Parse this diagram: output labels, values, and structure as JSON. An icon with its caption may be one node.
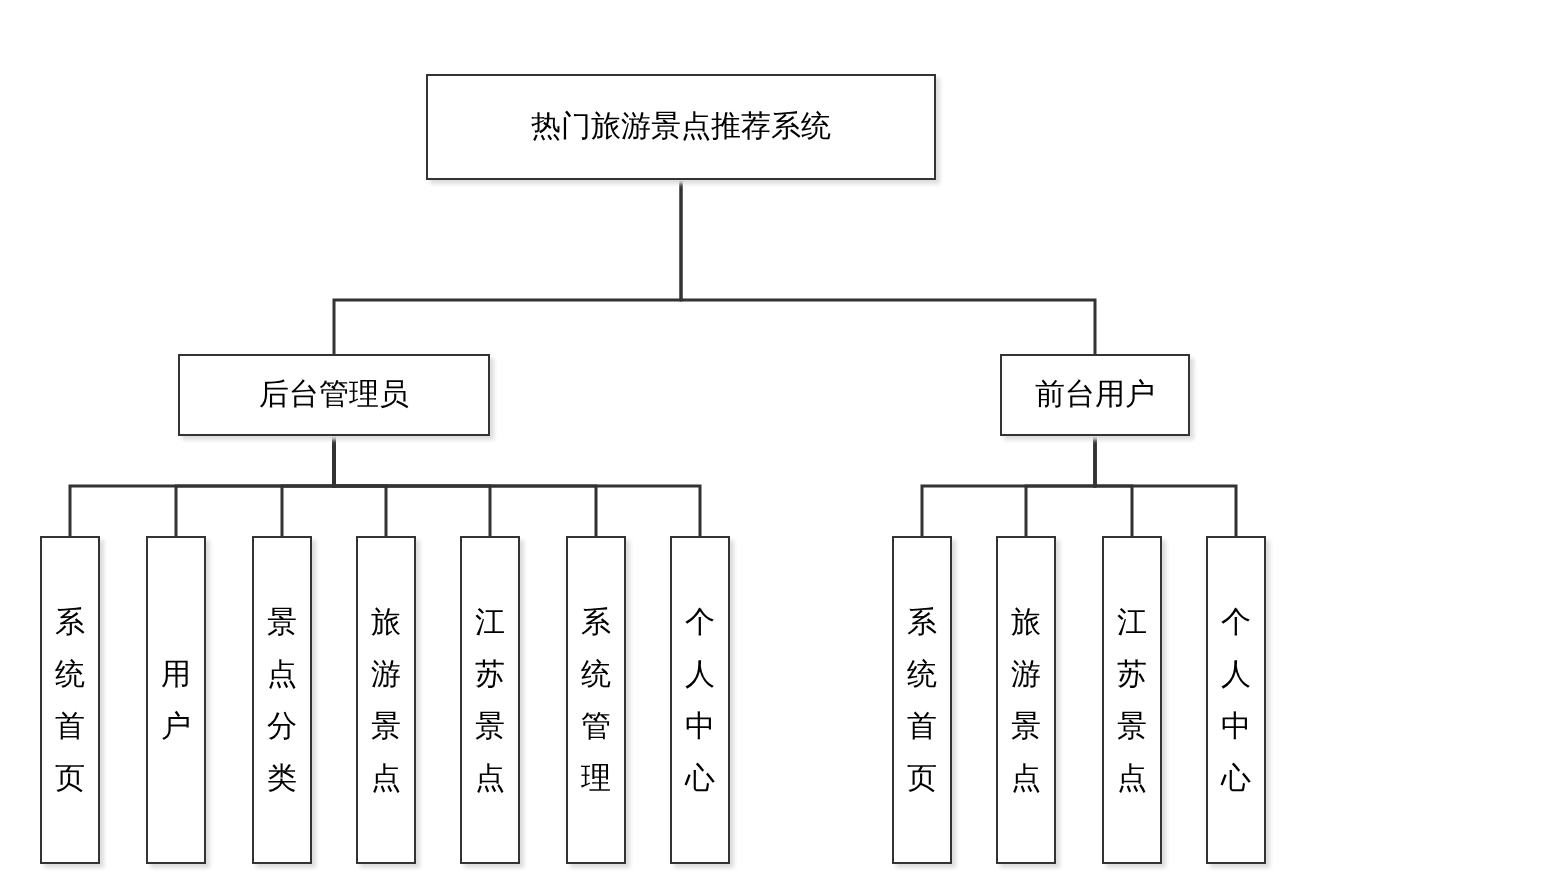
{
  "diagram": {
    "nodes": [
      {
        "text": [
          "热门旅游景点推荐系统"
        ]
      },
      {
        "text": [
          "后台管理员"
        ]
      },
      {
        "text": [
          "前台用户"
        ]
      },
      {
        "text": [
          "系统首页"
        ]
      },
      {
        "text": [
          "用户"
        ]
      },
      {
        "text": [
          "景点分类"
        ]
      },
      {
        "text": [
          "旅游景点"
        ]
      },
      {
        "text": [
          "江苏景点"
        ]
      },
      {
        "text": [
          "系统管理"
        ]
      },
      {
        "text": [
          "个人中心"
        ]
      },
      {
        "text": [
          "系统首页"
        ]
      },
      {
        "text": [
          "旅游景点"
        ]
      },
      {
        "text": [
          "江苏景点"
        ]
      },
      {
        "text": [
          "个人中心"
        ]
      }
    ],
    "edges": [
      {
        "from": 0,
        "to": 1,
        "arrow": "none"
      },
      {
        "from": 0,
        "to": 2,
        "arrow": "none"
      },
      {
        "from": 1,
        "to": 3,
        "arrow": "none"
      },
      {
        "from": 1,
        "to": 4,
        "arrow": "none"
      },
      {
        "from": 1,
        "to": 5,
        "arrow": "none"
      },
      {
        "from": 1,
        "to": 6,
        "arrow": "none"
      },
      {
        "from": 1,
        "to": 7,
        "arrow": "none"
      },
      {
        "from": 1,
        "to": 8,
        "arrow": "none"
      },
      {
        "from": 1,
        "to": 9,
        "arrow": "none"
      },
      {
        "from": 2,
        "to": 10,
        "arrow": "none"
      },
      {
        "from": 2,
        "to": 11,
        "arrow": "none"
      },
      {
        "from": 2,
        "to": 12,
        "arrow": "none"
      },
      {
        "from": 2,
        "to": 13,
        "arrow": "none"
      }
    ]
  }
}
